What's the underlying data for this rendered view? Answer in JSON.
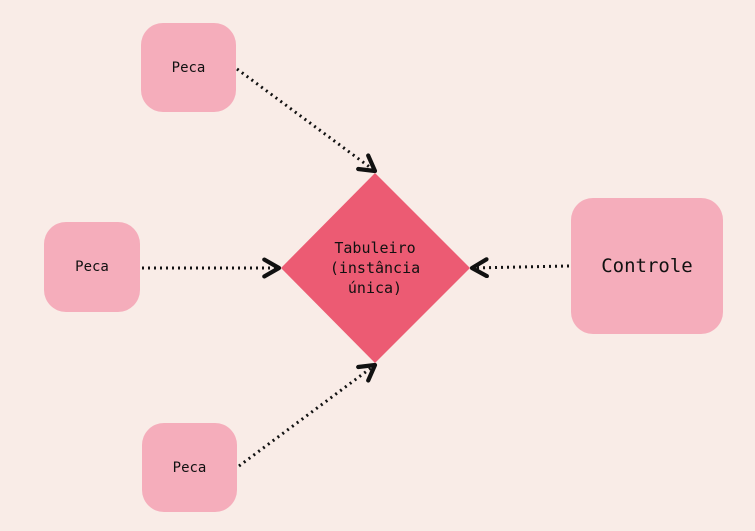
{
  "diagram": {
    "nodes": {
      "piece_top": {
        "label": "Peca"
      },
      "piece_middle": {
        "label": "Peca"
      },
      "piece_bottom": {
        "label": "Peca"
      },
      "controller": {
        "label": "Controle"
      },
      "board": {
        "label": "Tabuleiro\n(instância\núnica)"
      }
    },
    "edges": [
      {
        "from": "piece_top",
        "to": "board"
      },
      {
        "from": "piece_middle",
        "to": "board"
      },
      {
        "from": "piece_bottom",
        "to": "board"
      },
      {
        "from": "controller",
        "to": "board"
      }
    ]
  },
  "colors": {
    "background": "#f9ece7",
    "node_fill": "#f5adbb",
    "board_fill": "#ec5b73",
    "edge": "#111111"
  }
}
